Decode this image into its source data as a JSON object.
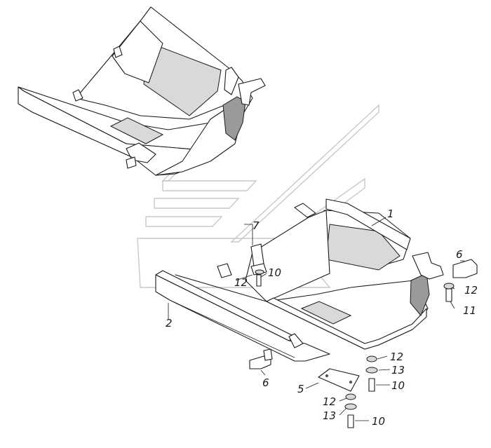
{
  "callouts": {
    "c1": "1",
    "c2": "2",
    "c5": "5",
    "c6a": "6",
    "c6b": "6",
    "c7": "7",
    "c10a": "10",
    "c10b": "10",
    "c10c": "10",
    "c11": "11",
    "c12a": "12",
    "c12b": "12",
    "c12c": "12",
    "c12d": "12",
    "c13a": "13",
    "c13b": "13"
  }
}
